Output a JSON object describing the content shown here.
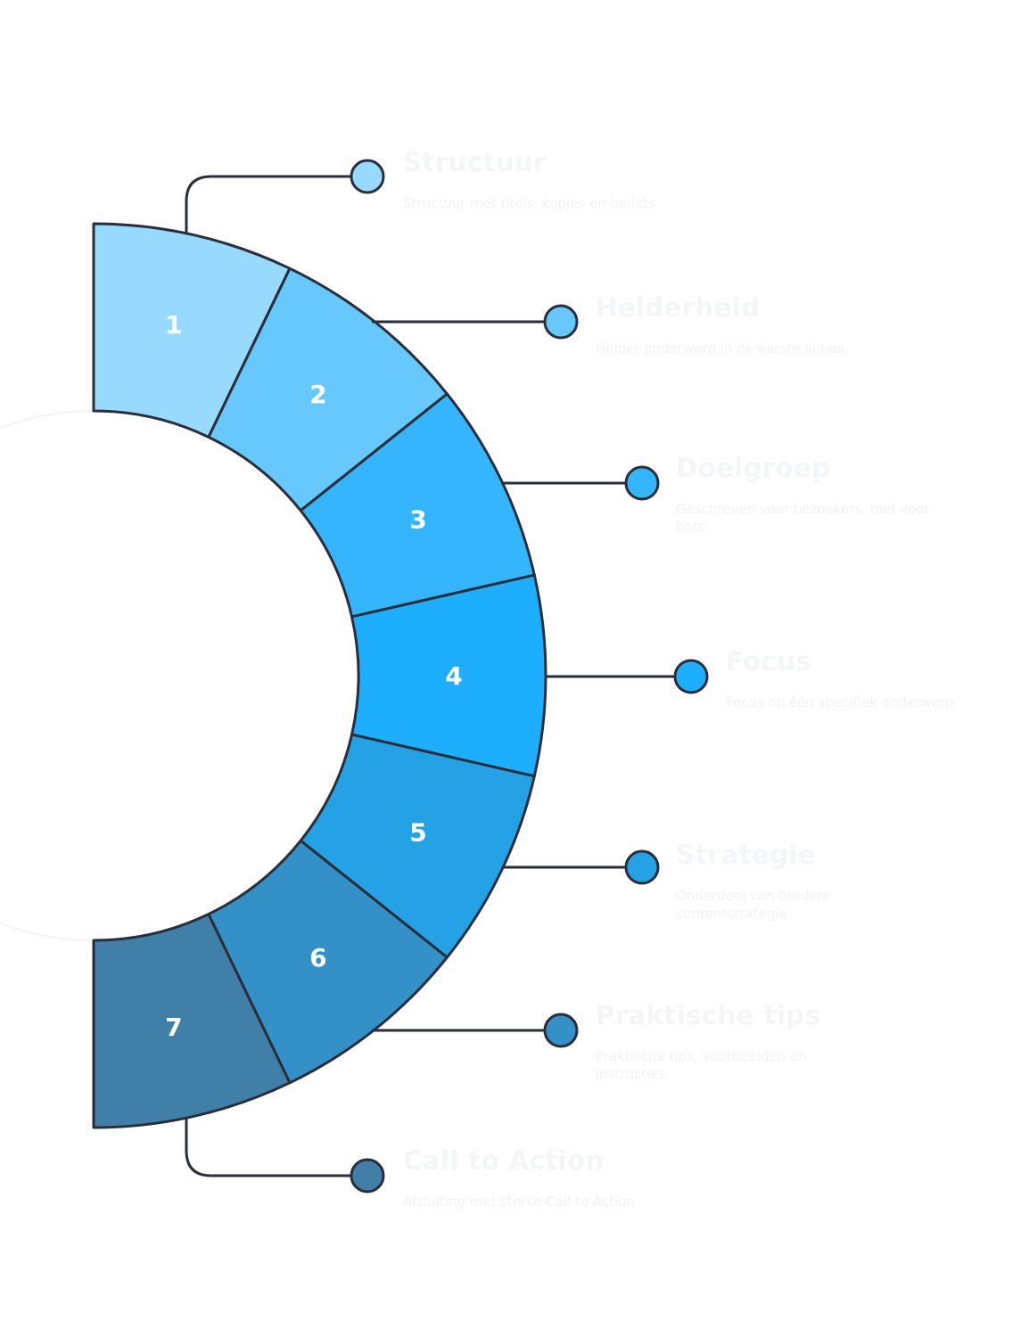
{
  "steps": [
    {
      "number": "1",
      "title": "Structuur",
      "description": "Structuur met titels, kopjes en bullets",
      "color": "#98d9fe"
    },
    {
      "number": "2",
      "title": "Helderheid",
      "description": "Helder onderwerp in de eerste alinea",
      "color": "#67c8fe"
    },
    {
      "number": "3",
      "title": "Doelgroep",
      "description": "Geschreven voor bezoekers, niet voor bots",
      "color": "#35b5fe"
    },
    {
      "number": "4",
      "title": "Focus",
      "description": "Focus op één specifiek onderwerp",
      "color": "#1eaefe"
    },
    {
      "number": "5",
      "title": "Strategie",
      "description": "Onderdeel van bredere contentstrategie",
      "color": "#25a1e6"
    },
    {
      "number": "6",
      "title": "Praktische tips",
      "description": "Praktische tips, voorbeelden en instructies",
      "color": "#3391c8"
    },
    {
      "number": "7",
      "title": "Call to Action",
      "description": "Afsluiting met sterke Call to Action",
      "color": "#4080a8"
    }
  ],
  "colors": {
    "outline": "#2a2d3a",
    "faint_circle": "#f2f4f6"
  }
}
